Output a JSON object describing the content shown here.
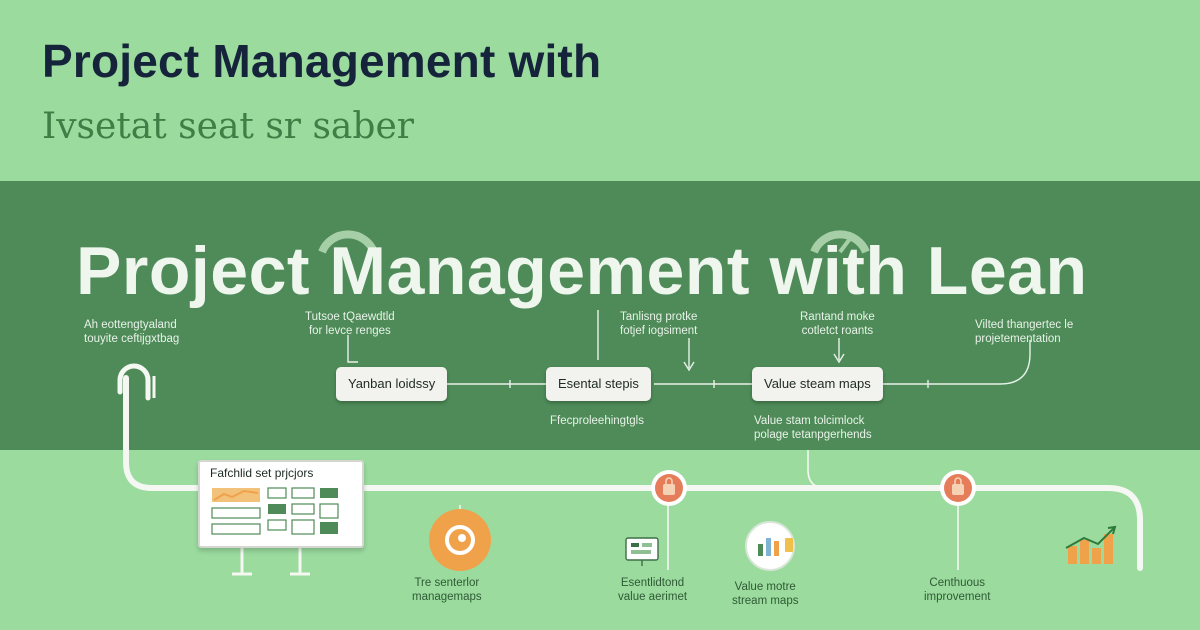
{
  "header": {
    "title": "Project Management with",
    "subtitle": "Ivsetat seat sr saber"
  },
  "band": {
    "title": "Project Management with Lean"
  },
  "band_captions": [
    "Ah eottengtyaland\ntouyite ceftijgxtbag",
    "Tutsoe tQaewdtld\nfor levce renges",
    "Tanlisng protke\nfotjef iogsiment",
    "Rantand moke\ncotletct roants",
    "Vilted thangertec le\nprojetementation"
  ],
  "steps": [
    {
      "label": "Yanban loidssy"
    },
    {
      "label": "Esental stepis"
    },
    {
      "label": "Value steam maps"
    }
  ],
  "step_subcaptions": [
    "Ffecproleehingtgls",
    "Value stam tolcimlock\npolage tetanpgerhends"
  ],
  "board": {
    "label": "Fafchlid set prjcjors"
  },
  "bottom_captions": [
    "Tre senterlor\nmanagemaps",
    "Esentlidtond\nvalue aerimet",
    "Value motre\nstream maps",
    "Centhuous\nimprovement"
  ],
  "colors": {
    "background": "#9bdb9e",
    "band": "#4e8b58",
    "title": "#15243a",
    "subtitle": "#3f7f45",
    "orange": "#f0a24a",
    "coral": "#e57d5a"
  },
  "icons": [
    "target-icon",
    "bag-icon",
    "monitor-icon",
    "chart-icon",
    "bars-chart-icon",
    "gauge-icon"
  ]
}
